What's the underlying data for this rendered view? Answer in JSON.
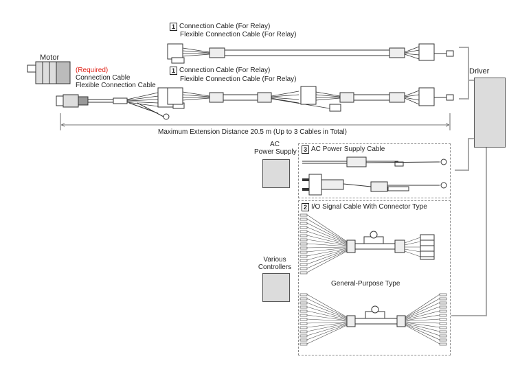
{
  "motor": {
    "label": "Motor"
  },
  "driver": {
    "label": "Driver"
  },
  "required_cable": {
    "tag": "(Required)",
    "line1": "Connection Cable",
    "line2": "Flexible Connection Cable"
  },
  "relay_cable_top": {
    "number": "1",
    "line1": "Connection Cable (For Relay)",
    "line2": "Flexible Connection Cable (For Relay)"
  },
  "relay_cable_bottom": {
    "number": "1",
    "line1": "Connection Cable (For Relay)",
    "line2": "Flexible Connection Cable (For Relay)"
  },
  "extension_note": "Maximum Extension Distance 20.5 m (Up to 3 Cables in Total)",
  "ac_power": {
    "line1": "AC",
    "line2": "Power Supply"
  },
  "ac_cable": {
    "number": "3",
    "label": "AC Power Supply Cable"
  },
  "io_cable": {
    "number": "2",
    "label": "I/O Signal Cable With Connector Type"
  },
  "general_purpose": {
    "label": "General-Purpose Type"
  },
  "controllers": {
    "line1": "Various",
    "line2": "Controllers"
  },
  "colors": {
    "required": "#e0261b",
    "box_fill": "#dcdcdc",
    "link_line": "#aaaaaa"
  }
}
